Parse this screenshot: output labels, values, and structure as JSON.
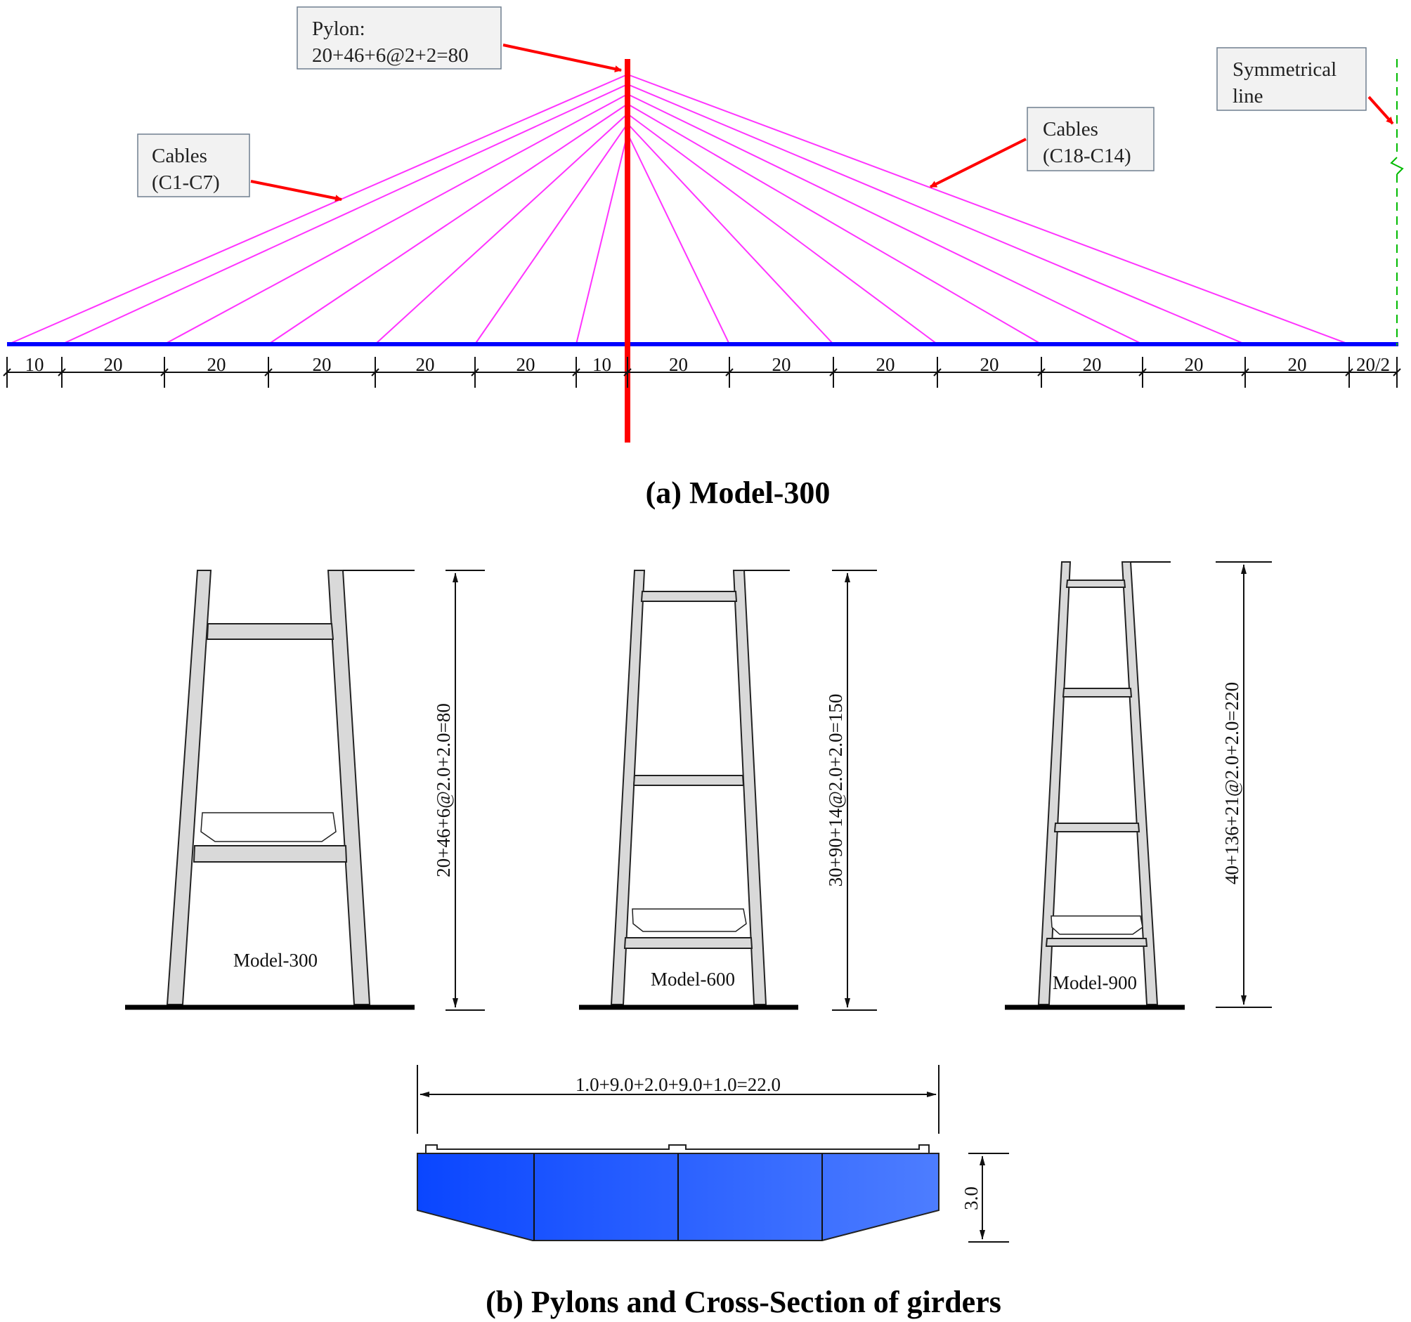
{
  "model300": {
    "callouts": {
      "pylon": [
        "Pylon:",
        "20+46+6@2+2=80"
      ],
      "cables_left": [
        "Cables",
        "(C1-C7)"
      ],
      "cables_right": [
        "Cables",
        "(C18-C14)"
      ],
      "symmetry": [
        "Symmetrical",
        "line"
      ]
    },
    "spans": [
      "10",
      "20",
      "20",
      "20",
      "20",
      "20",
      "10",
      "20",
      "20",
      "20",
      "20",
      "20",
      "20",
      "20",
      "20/2"
    ],
    "caption": "(a) Model-300"
  },
  "pylons": [
    {
      "label": "Model-300",
      "dimension": "20+46+6@2.0+2.0=80"
    },
    {
      "label": "Model-600",
      "dimension": "30+90+14@2.0+2.0=150"
    },
    {
      "label": "Model-900",
      "dimension": "40+136+21@2.0+2.0=220"
    }
  ],
  "girder": {
    "width_dimension": "1.0+9.0+2.0+9.0+1.0=22.0",
    "depth_dimension": "3.0"
  },
  "caption_b": "(b) Pylons and Cross-Section of girders",
  "colors": {
    "cable": "#ff33ff",
    "pylon": "#ff0000",
    "deck": "#0000ff",
    "symmetry_line": "#00bb00",
    "girder_fill_start": "#0a46ff",
    "girder_fill_end": "#4d7dff"
  }
}
